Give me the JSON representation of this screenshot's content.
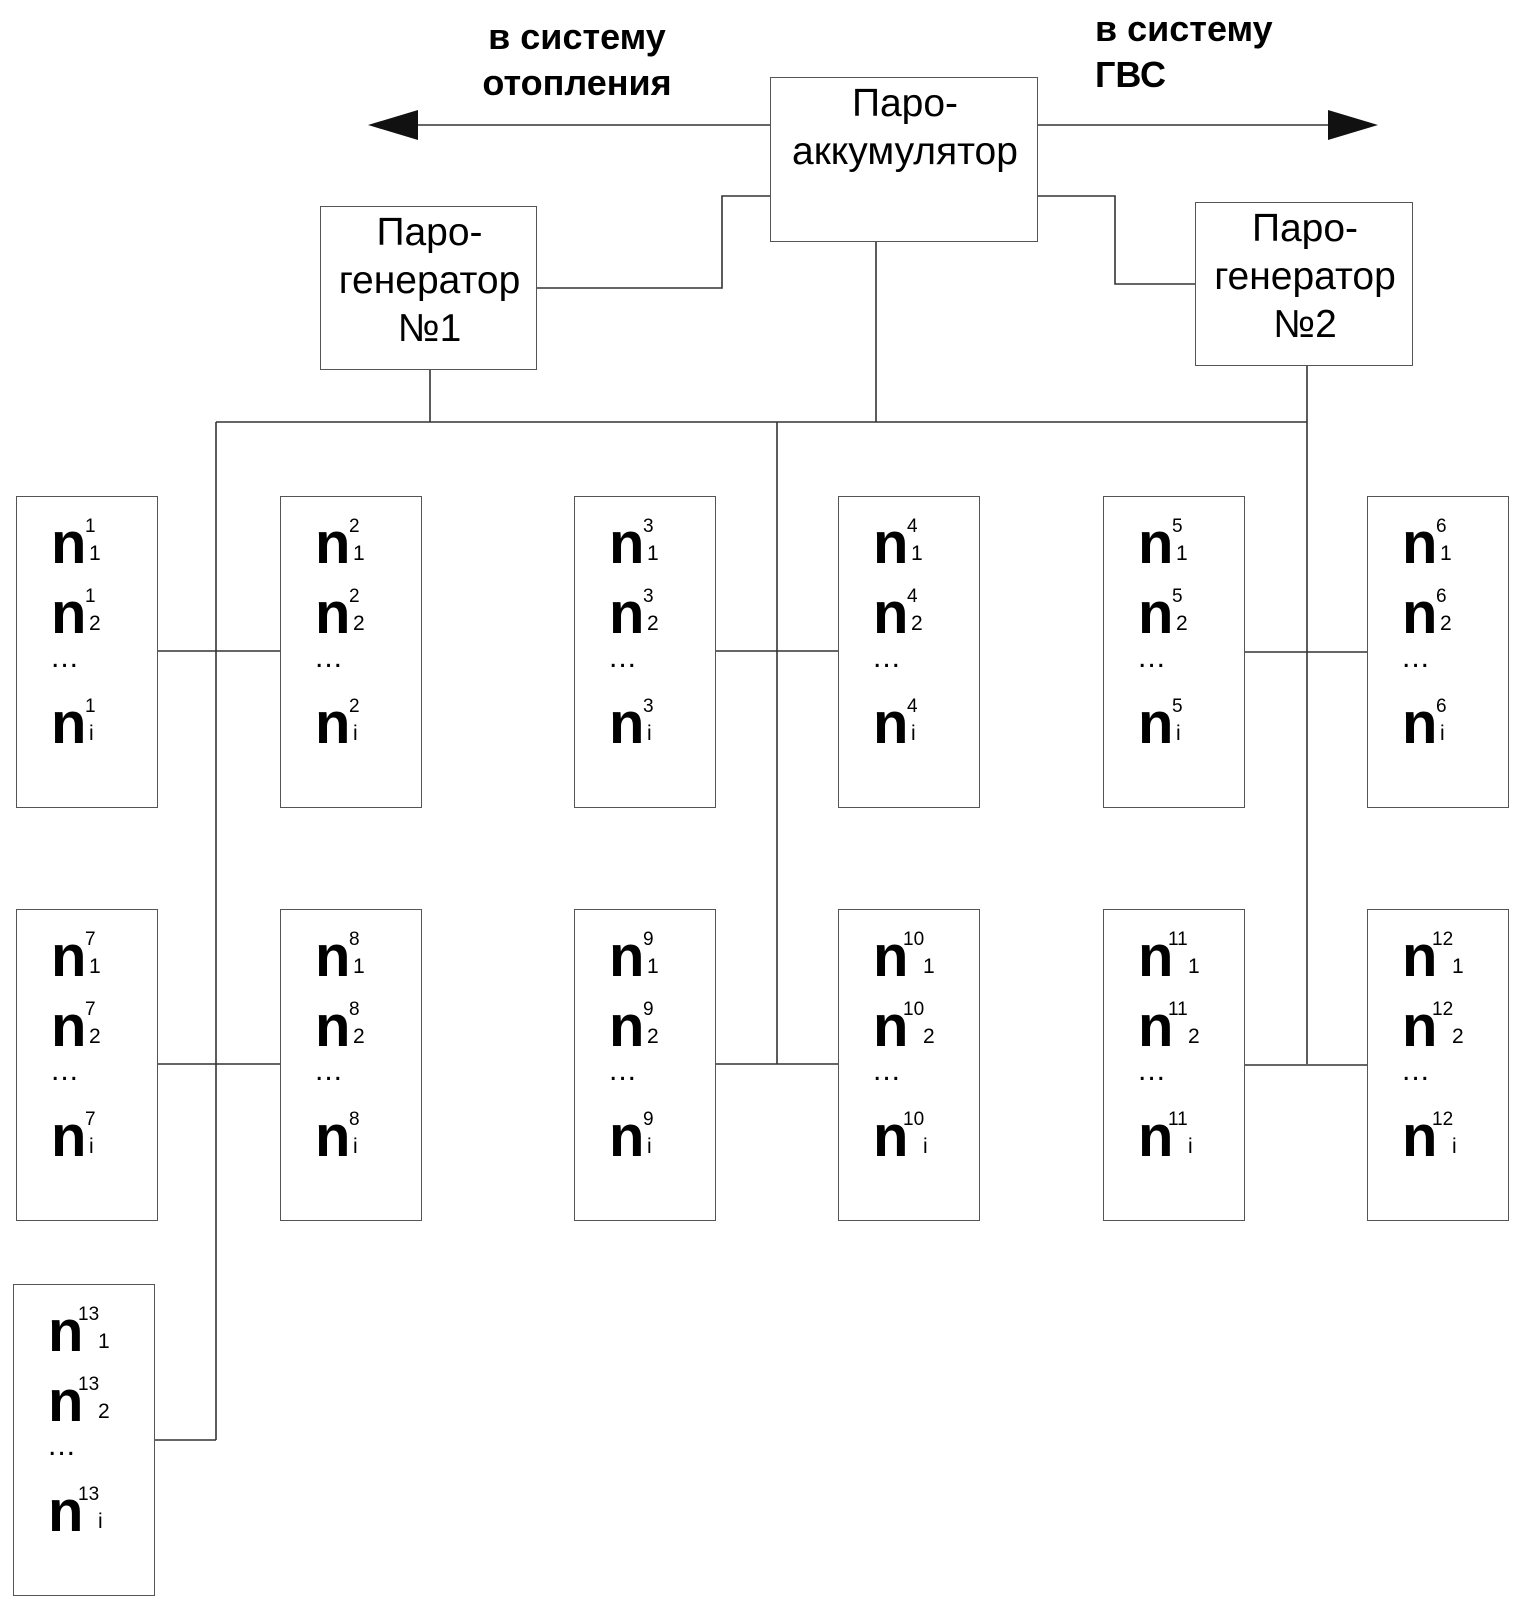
{
  "destinations": {
    "heating": "в систему\nотопления",
    "hot_water": "в систему\nГВС"
  },
  "accumulator": {
    "label": "Паро-\nаккумулятор"
  },
  "generators": [
    {
      "label": "Паро-\nгенератор\n№1"
    },
    {
      "label": "Паро-\nгенератор\n№2"
    }
  ],
  "element_symbol": "n",
  "row_subscripts": [
    "1",
    "2",
    "i"
  ],
  "ellipsis": "...",
  "groups": [
    {
      "index": "1"
    },
    {
      "index": "2"
    },
    {
      "index": "3"
    },
    {
      "index": "4"
    },
    {
      "index": "5"
    },
    {
      "index": "6"
    },
    {
      "index": "7"
    },
    {
      "index": "8"
    },
    {
      "index": "9"
    },
    {
      "index": "10"
    },
    {
      "index": "11"
    },
    {
      "index": "12"
    },
    {
      "index": "13"
    }
  ]
}
